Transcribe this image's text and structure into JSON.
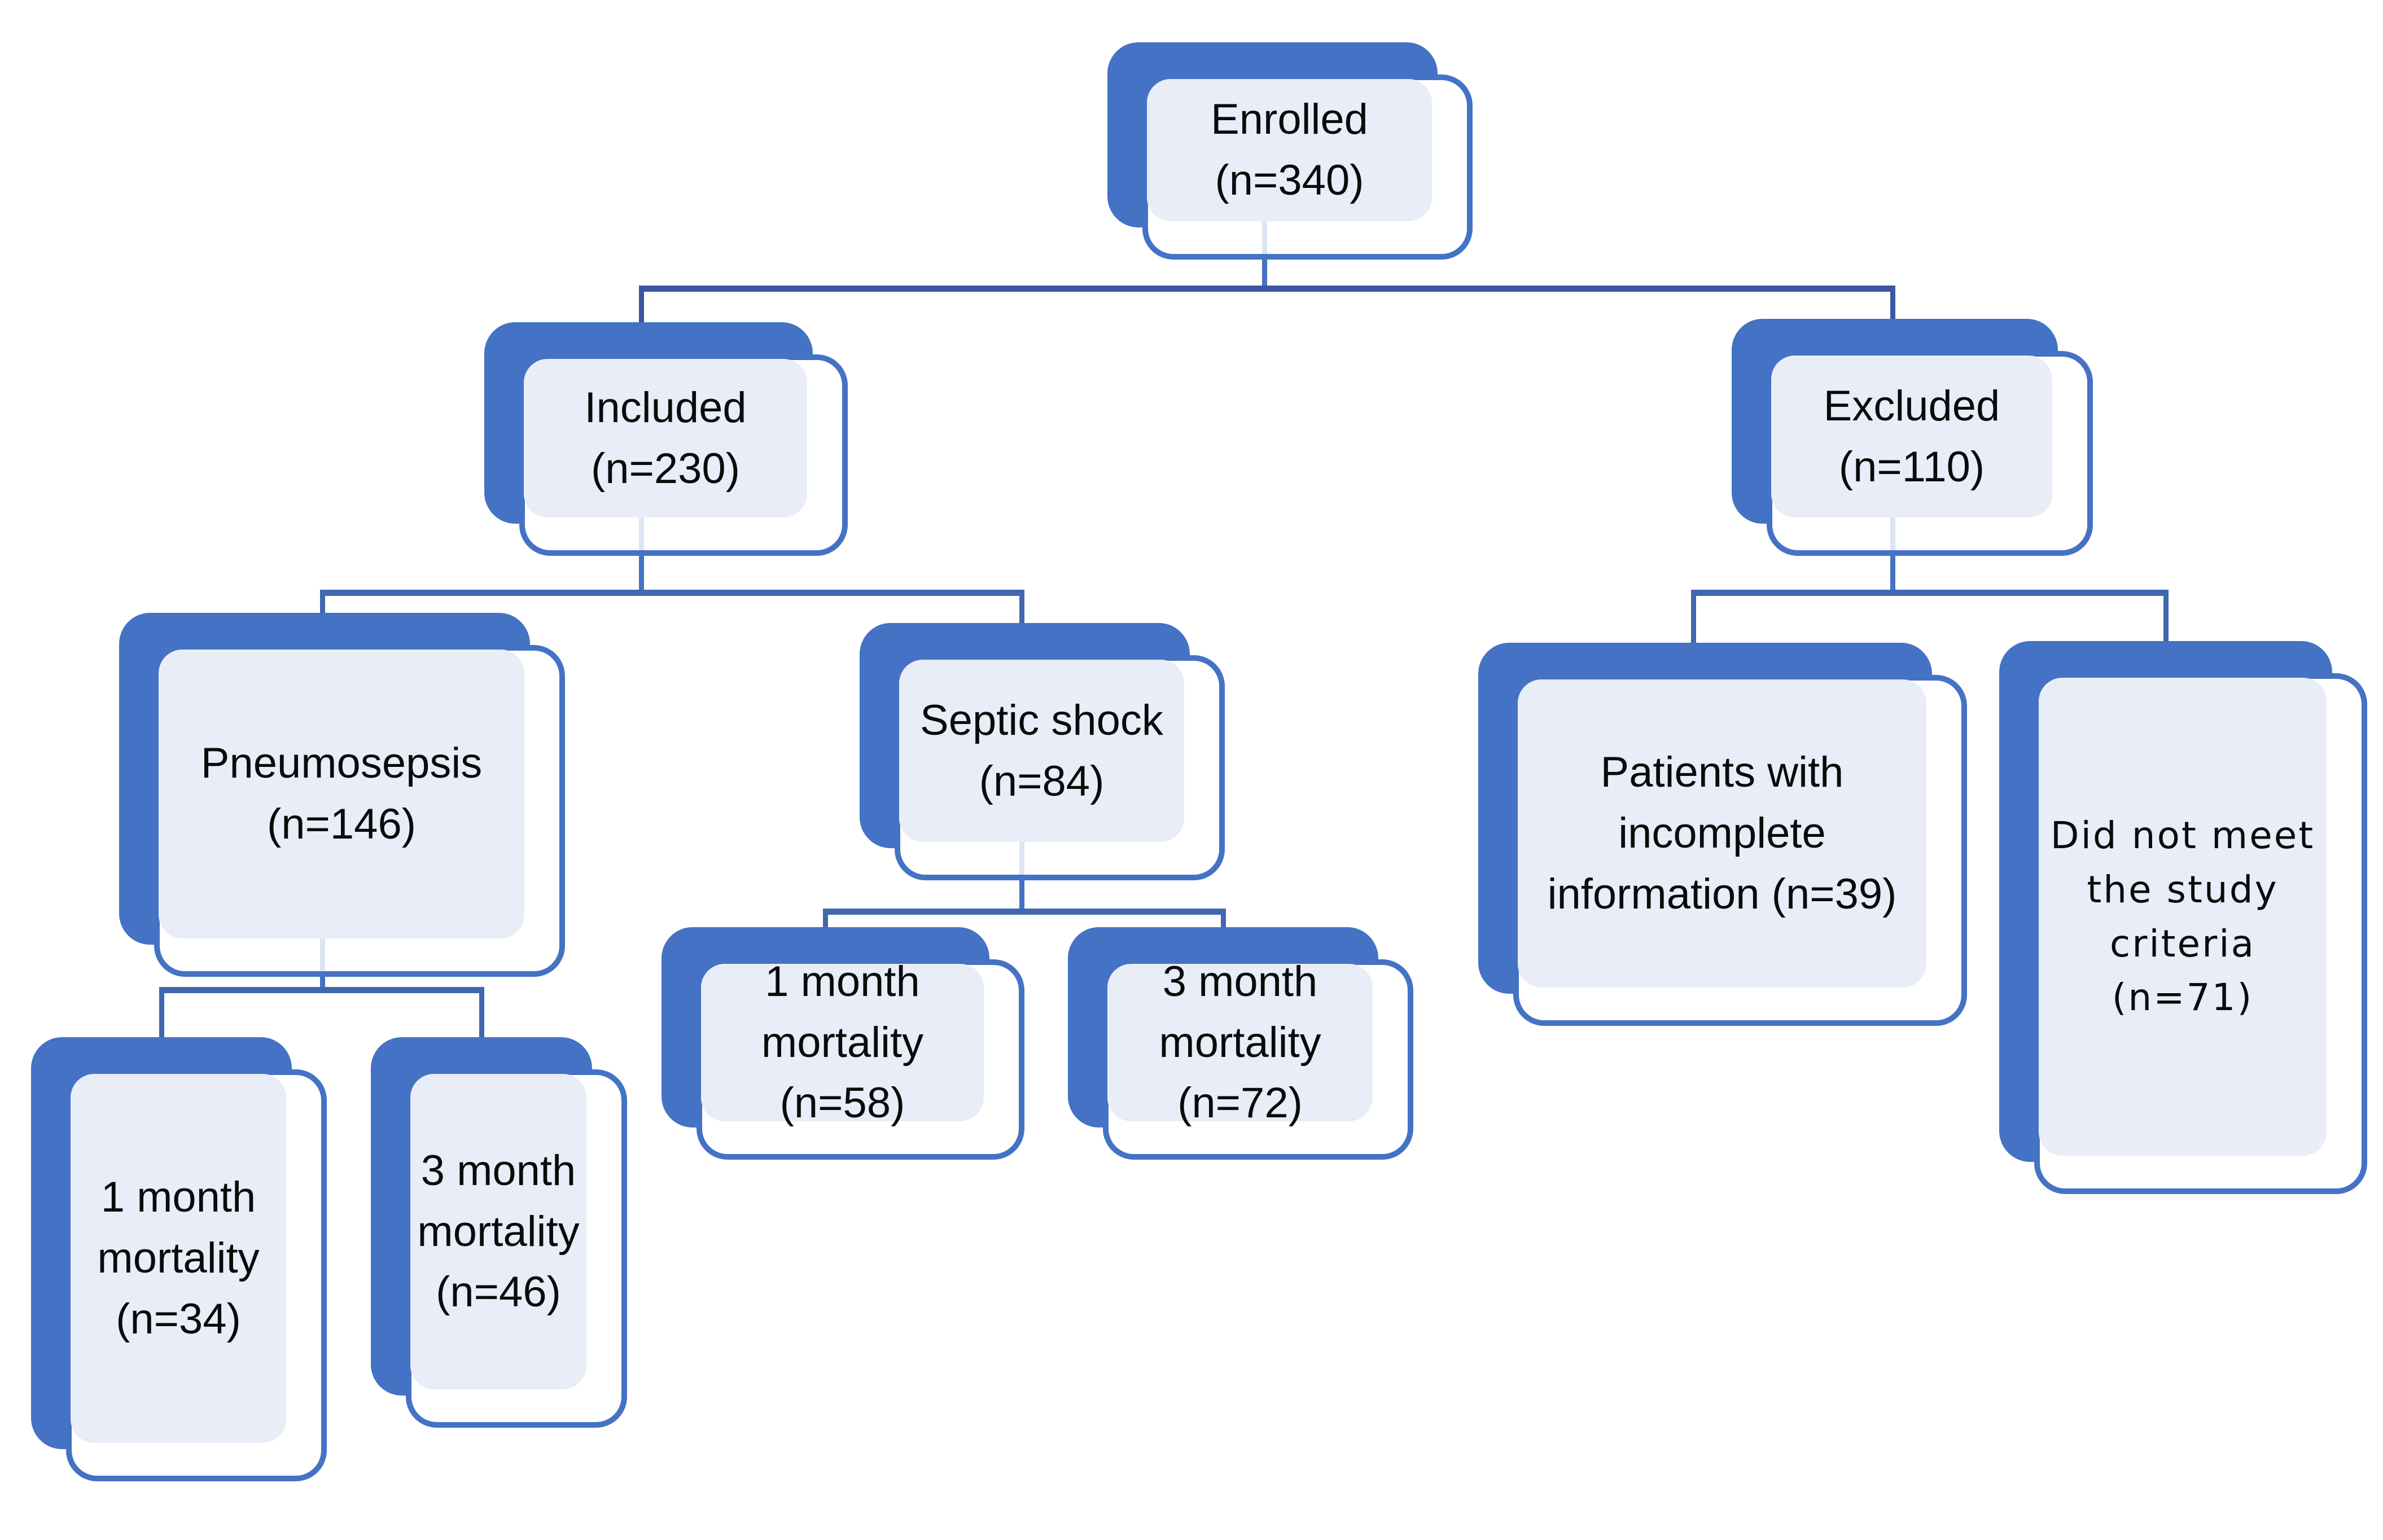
{
  "diagram": {
    "type": "flowchart",
    "colors": {
      "accent": "#4472C4",
      "panel_fill": "#E9EDF7",
      "connector": "#4167AE",
      "top_connector": "#3A57A0",
      "seam": "#dde5f3",
      "text": "#0b0b0b",
      "background": "#ffffff"
    },
    "nodes": {
      "enrolled": {
        "label": "Enrolled\n(n=340)"
      },
      "included": {
        "label": "Included\n(n=230)"
      },
      "excluded": {
        "label": "Excluded\n(n=110)"
      },
      "pneumosepsis": {
        "label": "Pneumosepsis\n(n=146)"
      },
      "septic_shock": {
        "label": "Septic shock\n(n=84)"
      },
      "pneumo_1m": {
        "label": "1 month\nmortality\n(n=34)"
      },
      "pneumo_3m": {
        "label": "3 month\nmortality\n(n=46)"
      },
      "septic_1m": {
        "label": "1 month\nmortality\n(n=58)"
      },
      "septic_3m": {
        "label": "3 month\nmortality\n(n=72)"
      },
      "incomplete": {
        "label": "Patients with\nincomplete\ninformation (n=39)"
      },
      "not_meet": {
        "label": "Did not meet\nthe study\ncriteria (n=71)"
      }
    }
  }
}
